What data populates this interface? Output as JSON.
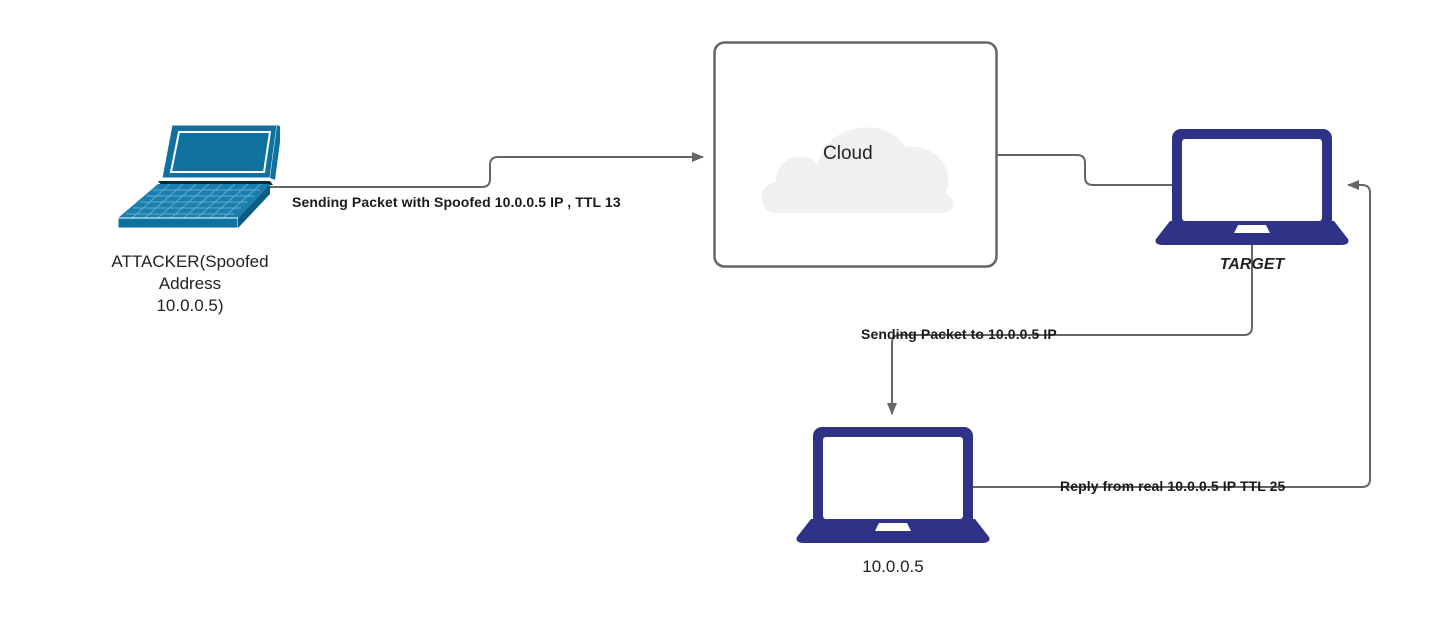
{
  "diagram": {
    "title": "IP Spoofing TTL Attack Network Diagram",
    "background": "#ffffff",
    "colors": {
      "attacker_device": "#0e71a0",
      "victim_device": "#2e3387",
      "wire": "#666666",
      "cloud_fill": "#f0f0f0",
      "box_border": "#666666",
      "text": "#23241f"
    }
  },
  "nodes": {
    "attacker": {
      "icon": "laptop-isometric-icon",
      "label": "ATTACKER(Spoofed\nAddress\n10.0.0.5)"
    },
    "cloud": {
      "icon": "cloud-icon",
      "label": "Cloud"
    },
    "target": {
      "icon": "laptop-icon",
      "label": "TARGET"
    },
    "real_host": {
      "icon": "laptop-icon",
      "label": "10.0.0.5"
    }
  },
  "edges": [
    {
      "id": "attacker-to-cloud",
      "from": "attacker",
      "to": "cloud",
      "label": "Sending Packet with Spoofed 10.0.0.5 IP , TTL 13",
      "arrow": true
    },
    {
      "id": "cloud-to-target",
      "from": "cloud",
      "to": "target",
      "label": "",
      "arrow": false
    },
    {
      "id": "target-to-real-host",
      "from": "target",
      "to": "real_host",
      "label": "Sending Packet to 10.0.0.5 IP",
      "arrow": true
    },
    {
      "id": "real-host-to-target",
      "from": "real_host",
      "to": "target",
      "label": "Reply from real 10.0.0.5 IP TTL 25",
      "arrow": true
    }
  ]
}
